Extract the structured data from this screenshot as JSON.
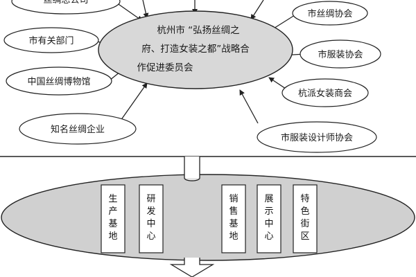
{
  "diagram": {
    "center_lines": [
      "杭州市 “弘扬丝绸之",
      "府、打造女装之都”战略合",
      "作促进委员会"
    ],
    "partners_left": [
      "丝绸总公司",
      "市有关部门",
      "中国丝绸博物馆",
      "知名丝绸企业"
    ],
    "partners_right": [
      "市丝绸协会",
      "市服装协会",
      "杭派女装商会",
      "市服装设计师协会"
    ],
    "bases_left": [
      {
        "chars": [
          "生",
          "产",
          "基",
          "地"
        ]
      },
      {
        "chars": [
          "研",
          "发",
          "中",
          "心"
        ]
      }
    ],
    "bases_right": [
      {
        "chars": [
          "销",
          "售",
          "基",
          "地"
        ]
      },
      {
        "chars": [
          "展",
          "示",
          "中",
          "心"
        ]
      },
      {
        "chars": [
          "特",
          "色",
          "街",
          "区"
        ]
      }
    ]
  }
}
